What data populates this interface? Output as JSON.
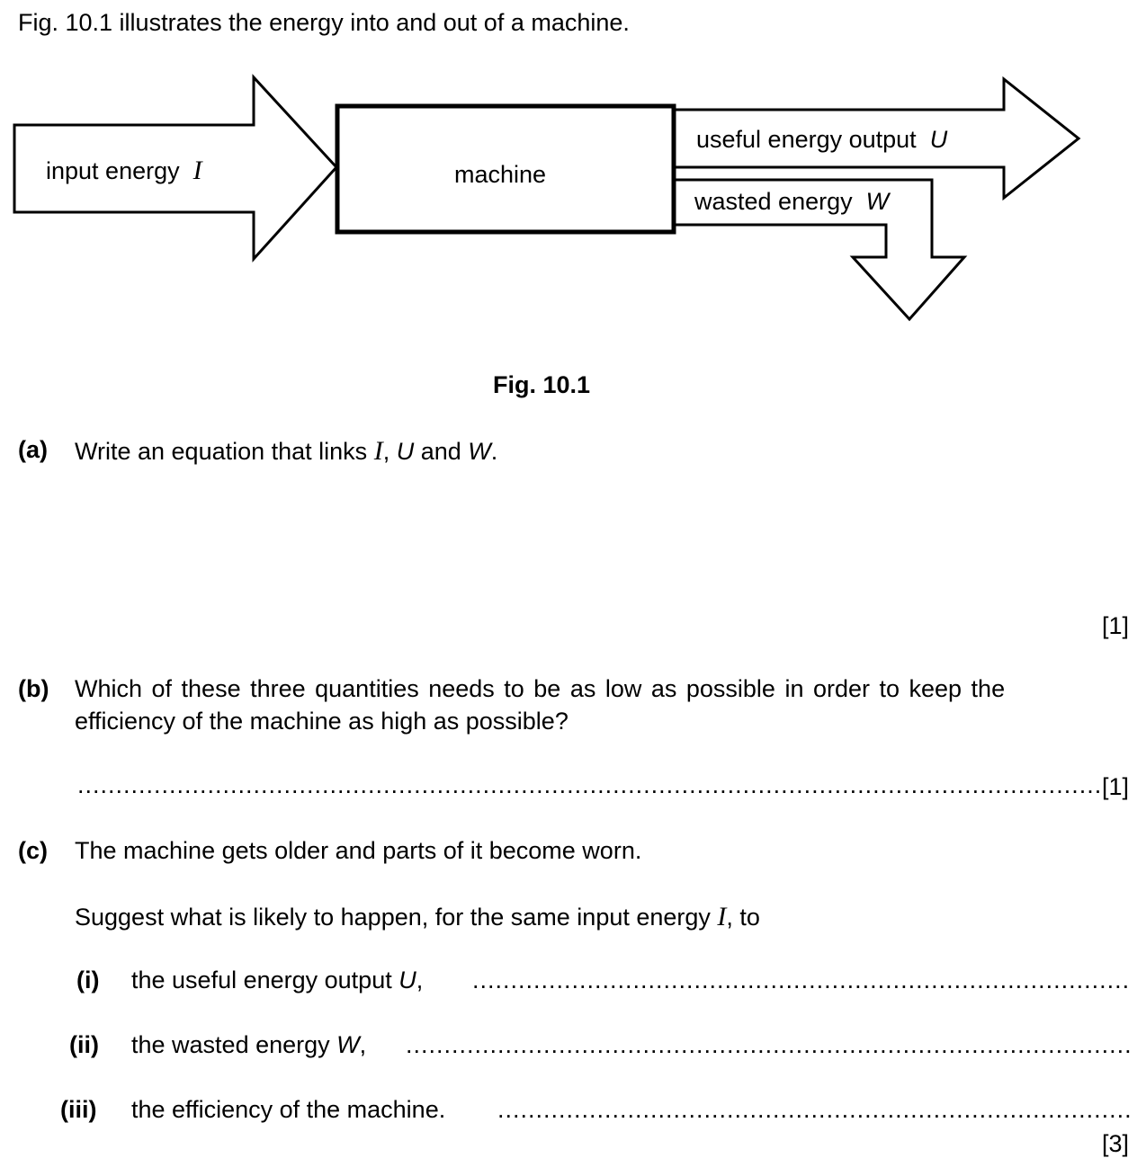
{
  "intro": "Fig. 10.1 illustrates the energy into and out of a machine.",
  "diagram": {
    "input_label": "input energy",
    "input_symbol": "I",
    "machine_label": "machine",
    "useful_label": "useful energy output",
    "useful_symbol": "U",
    "wasted_label": "wasted energy",
    "wasted_symbol": "W"
  },
  "caption": "Fig. 10.1",
  "part_a": {
    "label": "(a)",
    "text_before": "Write an equation that links ",
    "sym_i": "I",
    "comma": ", ",
    "sym_u": "U",
    "and": " and ",
    "sym_w": "W",
    "end": ".",
    "marks": "[1]"
  },
  "part_b": {
    "label": "(b)",
    "line1": "Which of these three quantities needs to be as low as possible in order to keep the",
    "line2": "efficiency of the machine as high as possible?",
    "marks": "[1]"
  },
  "part_c": {
    "label": "(c)",
    "text": "The machine gets older and parts of it become worn.",
    "suggest_before": "Suggest what is likely to happen, for the same input energy ",
    "suggest_sym": "I",
    "suggest_after": ", to",
    "items": [
      {
        "label": "(i)",
        "text": "the useful energy output ",
        "sym": "U",
        "after": ","
      },
      {
        "label": "(ii)",
        "text": "the wasted energy ",
        "sym": "W",
        "after": ","
      },
      {
        "label": "(iii)",
        "text": "the efficiency of the machine.",
        "sym": "",
        "after": ""
      }
    ],
    "marks": "[3]"
  }
}
